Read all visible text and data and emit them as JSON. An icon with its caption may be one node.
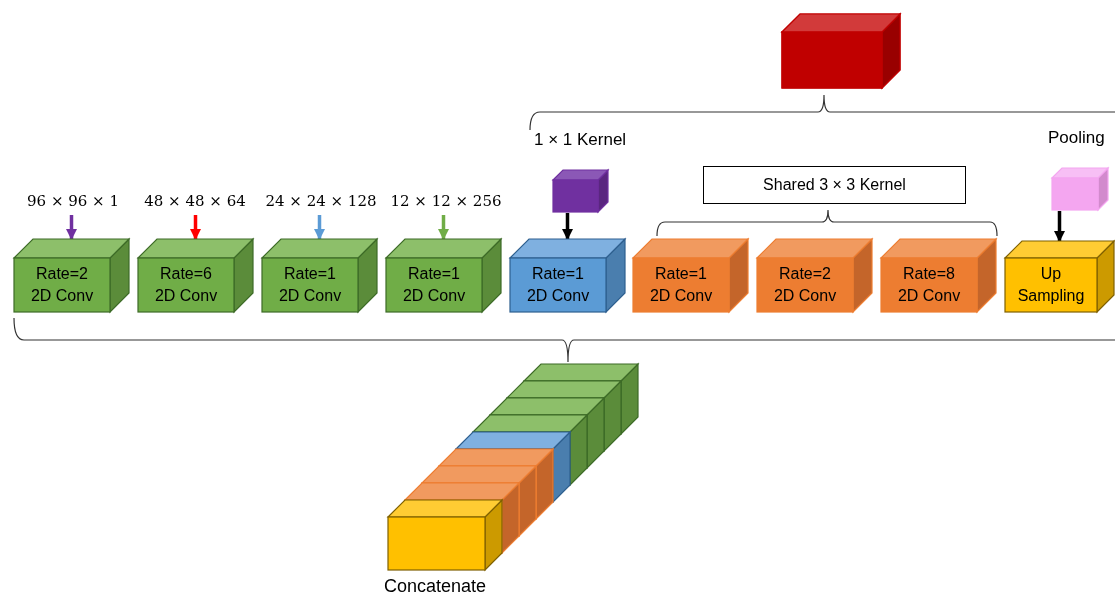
{
  "diagram": {
    "nodes": [
      {
        "text": [],
        "shape": "box"
      },
      {
        "text": [
          "96 × 96 × 1"
        ]
      },
      {
        "text": [
          "48 × 48 × 64"
        ]
      },
      {
        "text": [
          "24 × 24 × 128"
        ]
      },
      {
        "text": [
          "12 × 12 × 256"
        ]
      },
      {
        "text": [
          "Rate=2 2D Conv"
        ]
      },
      {
        "text": [
          "Rate=6 2D Conv"
        ]
      },
      {
        "text": [
          "Rate=1 2D Conv"
        ]
      },
      {
        "text": [
          "Rate=1 2D Conv"
        ]
      },
      {
        "text": [
          "1 × 1 Kernel"
        ]
      },
      {
        "text": [
          "Rate=1 2D Conv"
        ]
      },
      {
        "text": [
          "Shared 3 × 3 Kernel"
        ]
      },
      {
        "text": [
          "Rate=1 2D Conv"
        ]
      },
      {
        "text": [
          "Rate=2 2D Conv"
        ]
      },
      {
        "text": [
          "Rate=8 2D Conv"
        ]
      },
      {
        "text": [
          "Pooling"
        ]
      },
      {
        "text": [
          "Up Sampling"
        ]
      },
      {
        "text": [
          "Concatenate"
        ]
      }
    ],
    "edges": [
      {
        "from": 1,
        "to": 5,
        "arrow": "to",
        "color": "#7030a0"
      },
      {
        "from": 2,
        "to": 6,
        "arrow": "to",
        "color": "#ff0000"
      },
      {
        "from": 3,
        "to": 7,
        "arrow": "to",
        "color": "#5b9bd5"
      },
      {
        "from": 4,
        "to": 8,
        "arrow": "to",
        "color": "#70ad47"
      },
      {
        "from": 9,
        "to": 10,
        "arrow": "to",
        "color": "#000000"
      },
      {
        "from": 15,
        "to": 16,
        "arrow": "to",
        "color": "#000000"
      }
    ]
  }
}
